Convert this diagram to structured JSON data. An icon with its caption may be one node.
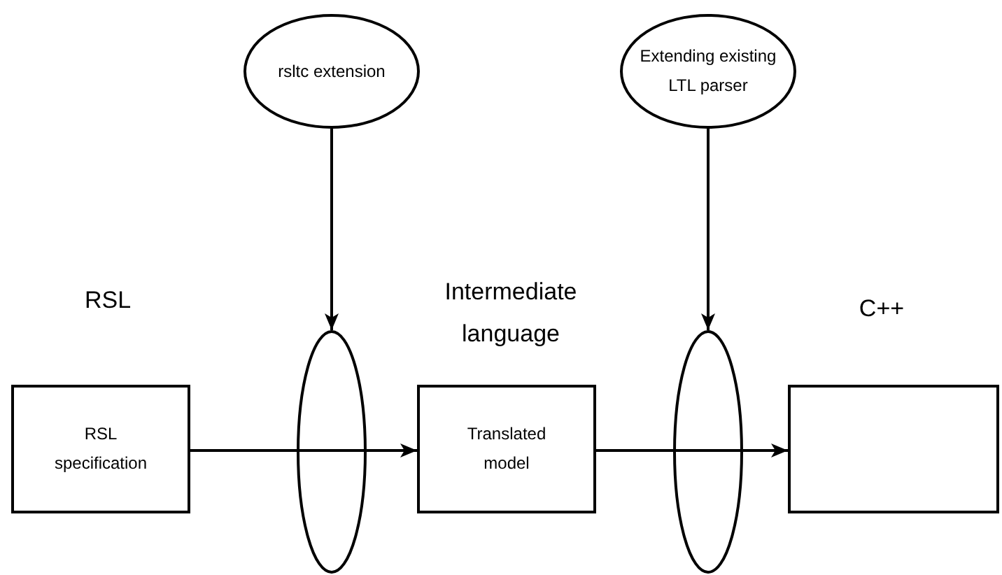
{
  "diagram": {
    "nodes": [
      {
        "text": [
          "rsltc extension"
        ]
      },
      {
        "text": [
          "Extending existing LTL parser"
        ]
      },
      {
        "text": [],
        "shape": "ellipse"
      },
      {
        "text": [],
        "shape": "ellipse"
      },
      {
        "text": [
          "RSL specification"
        ]
      },
      {
        "text": [
          "Translated model"
        ]
      },
      {
        "text": [],
        "shape": "box"
      }
    ],
    "edges": [
      {
        "from": 0,
        "to": 2,
        "arrow": "to"
      },
      {
        "from": 1,
        "to": 3,
        "arrow": "to"
      },
      {
        "from": 4,
        "to": 2,
        "arrow": "none"
      },
      {
        "from": 2,
        "to": 5,
        "arrow": "to"
      },
      {
        "from": 5,
        "to": 3,
        "arrow": "none"
      },
      {
        "from": 3,
        "to": 6,
        "arrow": "to"
      }
    ],
    "labels": [
      "RSL",
      "Intermediate language",
      "C++"
    ]
  }
}
